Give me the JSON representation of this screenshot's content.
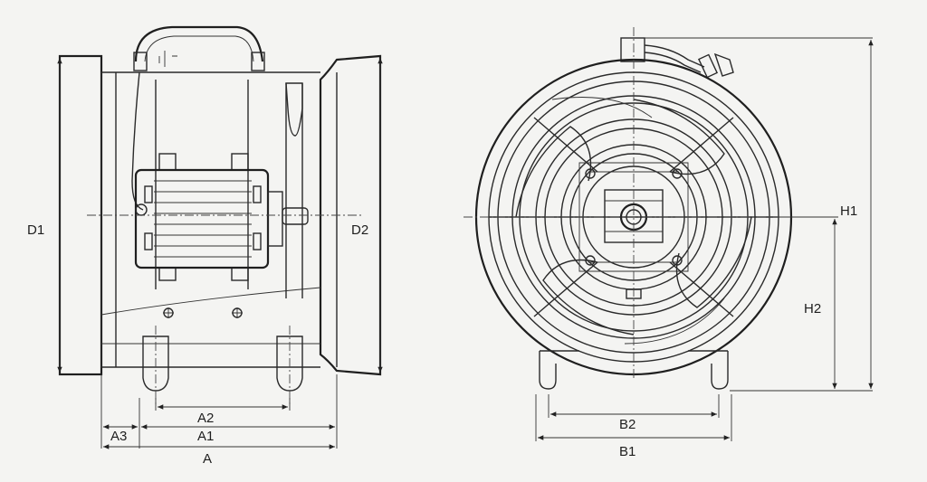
{
  "labels": {
    "d1": "D1",
    "d2": "D2",
    "a": "A",
    "a1": "A1",
    "a2": "A2",
    "a3": "A3",
    "b1": "B1",
    "b2": "B2",
    "h1": "H1",
    "h2": "H2"
  }
}
